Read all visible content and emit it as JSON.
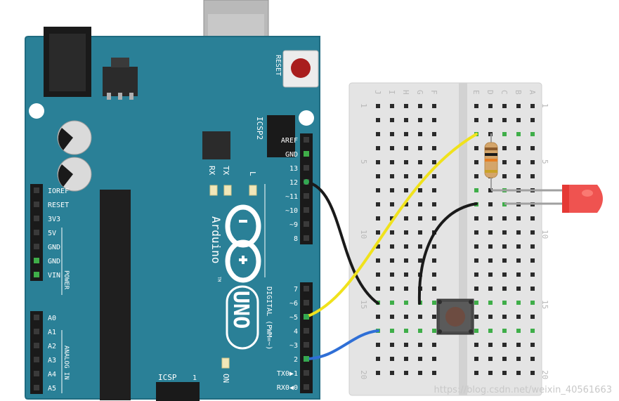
{
  "board": {
    "color": "#2a8097",
    "dark": "#1f6b80",
    "reset_label": "RESET",
    "icsp2_label": "ICSP2",
    "icsp_label": "ICSP",
    "tx_label": "TX",
    "rx_label": "RX",
    "l_label": "L",
    "on_label": "ON",
    "brand": "Arduino",
    "tm": "TM",
    "model": "UNO",
    "digital_label": "DIGITAL (PWM=~)",
    "power_label": "POWER",
    "analog_label": "ANALOG IN",
    "icsp_num": "1",
    "left_pins": [
      "IOREF",
      "RESET",
      "3V3",
      "5V",
      "GND",
      "GND",
      "VIN"
    ],
    "analog_pins": [
      "A0",
      "A1",
      "A2",
      "A3",
      "A4",
      "A5"
    ],
    "right_pins_top": [
      "AREF",
      "GND",
      "13",
      "12",
      "~11",
      "~10",
      "~9",
      "8"
    ],
    "right_pins_bottom": [
      "7",
      "~6",
      "~5",
      "4",
      "~3",
      "2",
      "TX0▶1",
      "RX0◀0"
    ]
  },
  "breadboard": {
    "columns": [
      "J",
      "I",
      "H",
      "G",
      "F",
      "E",
      "D",
      "C",
      "B",
      "A"
    ],
    "row_numbers": [
      "1",
      "5",
      "10",
      "15",
      "20"
    ]
  },
  "components": {
    "led_color": "#e53935",
    "resistor_color": "#d4a56a",
    "button_cap": "#6d4c41"
  },
  "wires": {
    "gnd": "#1a1a1a",
    "signal_led": "#f0e21c",
    "signal_button": "#2f6fd6",
    "jumper": "#1a1a1a"
  },
  "watermark": "https://blog.csdn.net/weixin_40561663"
}
